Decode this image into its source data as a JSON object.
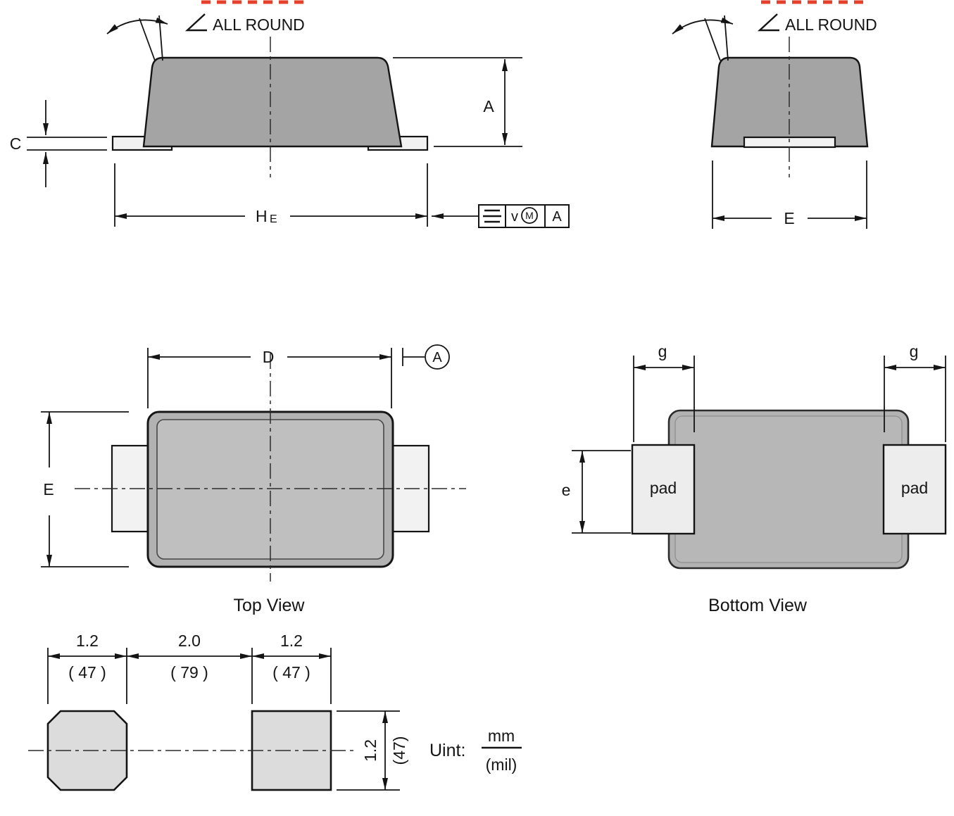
{
  "colors": {
    "body_gray": "#a4a4a4",
    "top_view_gray": "#b2b2b2",
    "pad_gray": "#ededed",
    "land_pad_gray": "#dcdcdc",
    "line": "#141414",
    "cropped_text_red": "#e5402c"
  },
  "side_view": {
    "angle_text": "ALL ROUND",
    "dim_a": "A",
    "dim_c": "C",
    "dim_h_main": "H",
    "dim_h_sub": "E",
    "fcf_v": "v",
    "fcf_m": "M",
    "fcf_datum": "A"
  },
  "end_view": {
    "angle_text": "ALL ROUND",
    "dim_e": "E"
  },
  "top_view": {
    "dim_d": "D",
    "dim_e": "E",
    "datum": "A",
    "caption": "Top View"
  },
  "bottom_view": {
    "dim_g_left": "g",
    "dim_g_right": "g",
    "dim_e": "e",
    "pad_left_label": "pad",
    "pad_right_label": "pad",
    "caption": "Bottom View"
  },
  "land_pattern": {
    "mm": [
      "1.2",
      "2.0",
      "1.2"
    ],
    "mil": [
      "( 47 )",
      "( 79 )",
      "( 47 )"
    ],
    "v_mm": "1.2",
    "v_mil": "(47)",
    "unit_label": "Uint:",
    "unit_num": "mm",
    "unit_den": "(mil)"
  }
}
